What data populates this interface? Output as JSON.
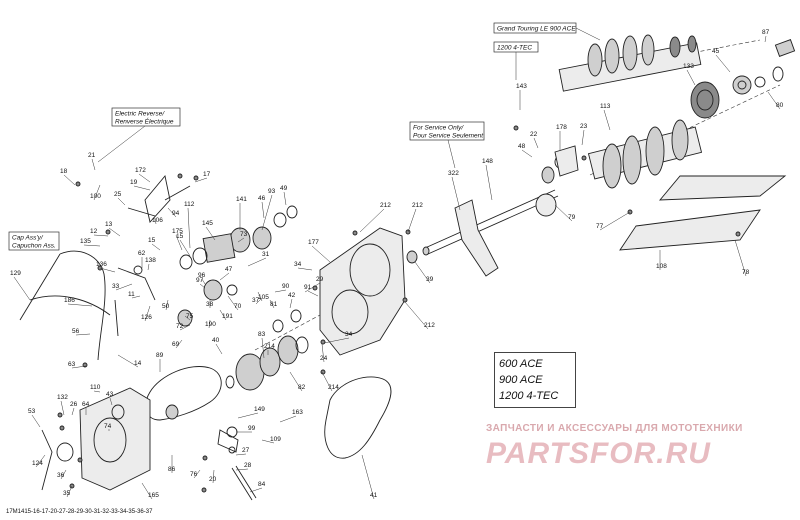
{
  "callouts": {
    "grand_touring": "Grand Touring LE 900 ACE",
    "tec_top": "1200 4-TEC",
    "electric_reverse": "Electric Reverse/\nRenverse Électrique",
    "service_only": "For Service Only/\nPour Service Seulement",
    "cap_assy": "Cap Ass'y/\nCapuchon Ass."
  },
  "variants": [
    "600 ACE",
    "900 ACE",
    "1200 4-TEC"
  ],
  "watermark": {
    "ru_text": "ЗАПЧАСТИ И АКСЕССУАРЫ ДЛЯ МОТОТЕХНИКИ",
    "logo": "PARTSFOR.RU"
  },
  "doc_id": "17M1415-16-17-20-27-28-29-30-31-32-33-34-35-36-37",
  "labels": [
    {
      "t": "87"
    },
    {
      "t": "45"
    },
    {
      "t": "80"
    },
    {
      "t": "133"
    },
    {
      "t": "143"
    },
    {
      "t": "113"
    },
    {
      "t": "22"
    },
    {
      "t": "178"
    },
    {
      "t": "23"
    },
    {
      "t": "48"
    },
    {
      "t": "79"
    },
    {
      "t": "148"
    },
    {
      "t": "322"
    },
    {
      "t": "77"
    },
    {
      "t": "108"
    },
    {
      "t": "78"
    },
    {
      "t": "21"
    },
    {
      "t": "18"
    },
    {
      "t": "100"
    },
    {
      "t": "172"
    },
    {
      "t": "17"
    },
    {
      "t": "25"
    },
    {
      "t": "106"
    },
    {
      "t": "94"
    },
    {
      "t": "141"
    },
    {
      "t": "93"
    },
    {
      "t": "46"
    },
    {
      "t": "49"
    },
    {
      "t": "112"
    },
    {
      "t": "145"
    },
    {
      "t": "175"
    },
    {
      "t": "15"
    },
    {
      "t": "212"
    },
    {
      "t": "177"
    },
    {
      "t": "39"
    },
    {
      "t": "13"
    },
    {
      "t": "12"
    },
    {
      "t": "135"
    },
    {
      "t": "62"
    },
    {
      "t": "138"
    },
    {
      "t": "136"
    },
    {
      "t": "73"
    },
    {
      "t": "31"
    },
    {
      "t": "47"
    },
    {
      "t": "97"
    },
    {
      "t": "129"
    },
    {
      "t": "186"
    },
    {
      "t": "33"
    },
    {
      "t": "11"
    },
    {
      "t": "70"
    },
    {
      "t": "105"
    },
    {
      "t": "90"
    },
    {
      "t": "50"
    },
    {
      "t": "75"
    },
    {
      "t": "72"
    },
    {
      "t": "69"
    },
    {
      "t": "190"
    },
    {
      "t": "191"
    },
    {
      "t": "81"
    },
    {
      "t": "42"
    },
    {
      "t": "91"
    },
    {
      "t": "34"
    },
    {
      "t": "82"
    },
    {
      "t": "126"
    },
    {
      "t": "56"
    },
    {
      "t": "14"
    },
    {
      "t": "40"
    },
    {
      "t": "83"
    },
    {
      "t": "214"
    },
    {
      "t": "89"
    },
    {
      "t": "63"
    },
    {
      "t": "110"
    },
    {
      "t": "43"
    },
    {
      "t": "149"
    },
    {
      "t": "163"
    },
    {
      "t": "99"
    },
    {
      "t": "109"
    },
    {
      "t": "132"
    },
    {
      "t": "26"
    },
    {
      "t": "64"
    },
    {
      "t": "53"
    },
    {
      "t": "74"
    },
    {
      "t": "27"
    },
    {
      "t": "28"
    },
    {
      "t": "20"
    },
    {
      "t": "76"
    },
    {
      "t": "86"
    },
    {
      "t": "165"
    },
    {
      "t": "124"
    },
    {
      "t": "36"
    },
    {
      "t": "35"
    },
    {
      "t": "84"
    },
    {
      "t": "41"
    },
    {
      "t": "214"
    },
    {
      "t": "24"
    },
    {
      "t": "212"
    },
    {
      "t": "212"
    },
    {
      "t": "34"
    },
    {
      "t": "19"
    },
    {
      "t": "15"
    },
    {
      "t": "96"
    },
    {
      "t": "29"
    },
    {
      "t": "37"
    },
    {
      "t": "38"
    }
  ]
}
